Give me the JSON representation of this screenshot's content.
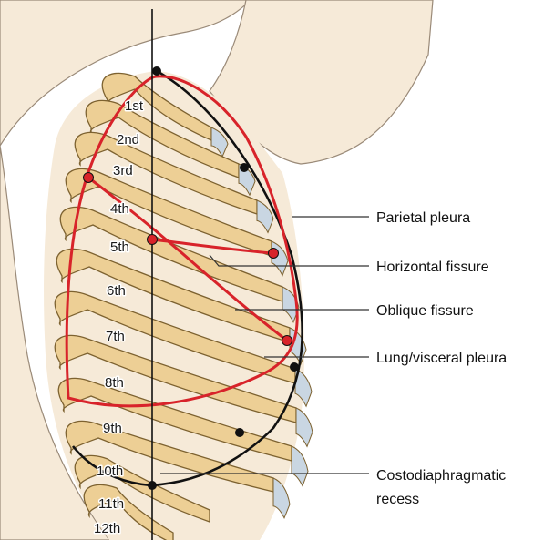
{
  "rib_labels": [
    "1st",
    "2nd",
    "3rd",
    "4th",
    "5th",
    "6th",
    "7th",
    "8th",
    "9th",
    "10th",
    "11th",
    "12th"
  ],
  "callouts": {
    "parietal_pleura": "Parietal pleura",
    "horizontal_fissure": "Horizontal fissure",
    "oblique_fissure": "Oblique fissure",
    "visceral_pleura": "Lung/visceral pleura",
    "costodiaphragmatic_recess_line1": "Costodiaphragmatic",
    "costodiaphragmatic_recess_line2": "recess"
  },
  "colors": {
    "skin": "#f6ead8",
    "skin_outline": "#9a8a78",
    "rib_fill": "#edcf95",
    "rib_outline": "#7d6230",
    "intercostal": "#c9a46a",
    "cartilage": "#c9d6e2",
    "lung_outline": "#d8232a",
    "pleura_outline": "#111111",
    "marker_red": "#d8232a",
    "marker_black": "#111111"
  },
  "icons": [
    "ribcage-illustration",
    "lung-outline",
    "parietal-pleura-outline",
    "midaxillary-line"
  ]
}
